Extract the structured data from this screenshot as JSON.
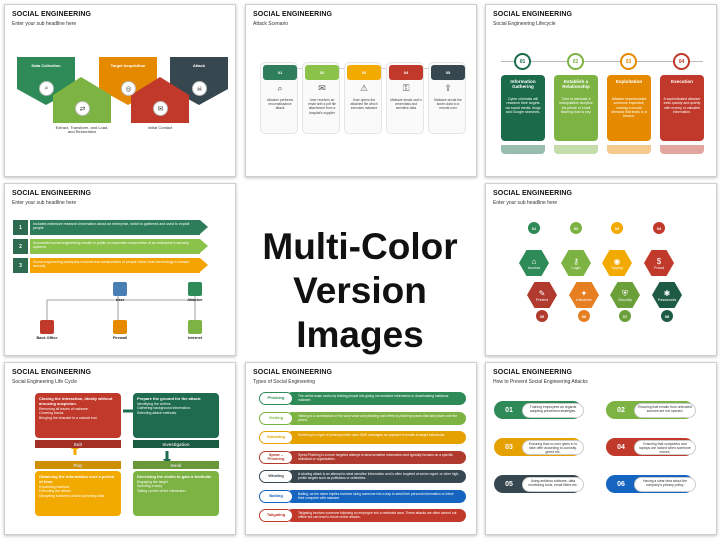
{
  "heading": {
    "line1": "Multi-Color",
    "line2": "Version Images"
  },
  "slides": {
    "s1": {
      "title": "SOCIAL ENGINEERING",
      "subtitle": "Enter your sub headline here",
      "steps": [
        "Data Collection",
        "Target Acquisition",
        "Attack",
        "Extract, Transform, and Load, and Restoration",
        "Initial Contact"
      ]
    },
    "s2": {
      "title": "SOCIAL ENGINEERING",
      "subtitle": "Attack Scenario",
      "cards": [
        {
          "num": "01",
          "desc": "Attacker performs reconnaissance attack"
        },
        {
          "num": "02",
          "desc": "User receives an email with a pdf file attachment from a hospital's supplier"
        },
        {
          "num": "03",
          "desc": "User opens the attached file which executes malware"
        },
        {
          "num": "04",
          "desc": "Malware steals user's credentials and sensitive data"
        },
        {
          "num": "05",
          "desc": "Malware sends the stolen data to a remote user"
        }
      ],
      "colors": [
        "#2e7d5b",
        "#8bc34a",
        "#f2a900",
        "#c0392b",
        "#37474f"
      ]
    },
    "s3": {
      "title": "SOCIAL ENGINEERING",
      "subtitle": "Social Engineering Lifecycle",
      "cards": [
        {
          "num": "01",
          "head": "Information Gathering",
          "desc": "Cyber criminals will research their targets via social media, blogs and Google searches."
        },
        {
          "num": "02",
          "head": "Establish a Relationship",
          "desc": "Time to fabricate a manipulative storyline via phone or email flashing trust is key."
        },
        {
          "num": "03",
          "head": "Exploitation",
          "desc": "Attacker impersonates someone important, making a crucial demand that leads to a breach."
        },
        {
          "num": "04",
          "head": "Execution",
          "desc": "A sophisticated attacker exits quickly and quietly with money or valuable information."
        }
      ],
      "colors": [
        "#1b6b4a",
        "#7cb342",
        "#e58a00",
        "#c0392b"
      ]
    },
    "s4": {
      "title": "SOCIAL ENGINEERING",
      "subtitle": "Enter your sub headline here",
      "rows": [
        {
          "num": "1",
          "text": "Includes extensive research information about an enterprise, which is gathered and used to exploit people"
        },
        {
          "num": "2",
          "text": "Successful social engineering results in public or corporate compromise of an enterprise's security systems"
        },
        {
          "num": "3",
          "text": "Social engineering principally involves the manipulation of people rather than technology to breach security"
        }
      ],
      "nodes": [
        "User",
        "Attacker",
        "Back Office",
        "Firewall",
        "Internet"
      ],
      "colors": [
        "#2d7d5a",
        "#8bc34a",
        "#f4a300"
      ]
    },
    "s5": {
      "title": "SOCIAL ENGINEERING",
      "subtitle": "Enter your sub headline here",
      "hexes": [
        "Access",
        "Login",
        "Spying",
        "Fraud",
        "Pretext",
        "Influence",
        "Security",
        "Passwords"
      ],
      "nums": [
        "01",
        "02",
        "03",
        "04",
        "05",
        "06",
        "07",
        "08"
      ],
      "colors": [
        "#2e8b57",
        "#7cb342",
        "#f2a900",
        "#c0392b",
        "#b03a2e",
        "#e67e22",
        "#6a9f3a",
        "#1e5b44"
      ]
    },
    "s6": {
      "title": "SOCIAL ENGINEERING",
      "subtitle": "Social Engineering Life Cycle",
      "boxes": [
        {
          "label": "Exit",
          "head": "Closing the interaction, ideally without arousing suspicion.",
          "items": [
            "Removing all traces of malware.",
            "Covering tracks.",
            "Bringing the charade to a natural end."
          ]
        },
        {
          "label": "Investigation",
          "head": "Prepare the ground for the attack:",
          "items": [
            "Identifying the victims.",
            "Gathering background information.",
            "Selecting attack methods."
          ]
        },
        {
          "label": "Play",
          "head": "Obtaining the information over a period of time:",
          "items": [
            "Expanding foothold.",
            "Executing the attack.",
            "Disrupting business or/and siphoning data."
          ]
        },
        {
          "label": "Hook",
          "head": "Deceiving the victim to gain a foothold:",
          "items": [
            "Engaging the target.",
            "Spinning a story.",
            "Taking control of the interaction."
          ]
        }
      ],
      "colors": [
        "#c0392b",
        "#1e6b4d",
        "#f2a900",
        "#7cb342"
      ]
    },
    "s7": {
      "title": "SOCIAL ENGINEERING",
      "subtitle": "Types of Social Engineering",
      "rows": [
        {
          "label": "Phishing",
          "text": "The online scam works by tricking people into giving out sensitive information or downloading malicious malware."
        },
        {
          "label": "Vishing",
          "text": "Vishing is a combination of the word voice and phishing and refers to phishing scams that take place over the phone."
        },
        {
          "label": "Smishing",
          "text": "Smishing is a type of phishing which uses SMS messages as opposed to emails to target individuals."
        },
        {
          "label": "Spear – Phishing",
          "text": "Spear-Phishing is a more targeted attempt to steal sensitive information and typically focuses on a specific individual or organisation."
        },
        {
          "label": "Whaling",
          "text": "A whaling attack is an attempt to steal sensitive information and is often targeted at senior mgmt. or other high-profile targets such as politicians or celebrities."
        },
        {
          "label": "Baiting",
          "text": "Baiting, as the name implies involves luring someone into a trap to steal their personal information or infect their computer with malware."
        },
        {
          "label": "Tailgating",
          "text": "Tailgating involves someone following an employee into a restricted area. These attacks are often carried out offline but can lead to future online attacks."
        }
      ],
      "colors": [
        "#2e8b57",
        "#7cb342",
        "#e5a100",
        "#b03a2e",
        "#37474f",
        "#1565c0",
        "#c0392b"
      ]
    },
    "s8": {
      "title": "SOCIAL ENGINEERING",
      "subtitle": "How to Prevent Social Engineering Attacks",
      "items": [
        {
          "num": "01",
          "text": "Training employees as regards adopting prevention strategies."
        },
        {
          "num": "02",
          "text": "Ensuring that emails from untrusted sources are not opened."
        },
        {
          "num": "03",
          "text": "Ensuring that no user gives in to fake offer according to curiosity, greed etc."
        },
        {
          "num": "04",
          "text": "Ensuring that computers and laptops are locked when someone moves."
        },
        {
          "num": "05",
          "text": "Using antivirus software, data monitoring tools, email filters etc."
        },
        {
          "num": "06",
          "text": "Having a clear idea about the company's privacy policy."
        }
      ],
      "colors": [
        "#2e8b57",
        "#7cb342",
        "#e5a100",
        "#c0392b",
        "#37474f",
        "#1565c0"
      ]
    }
  }
}
